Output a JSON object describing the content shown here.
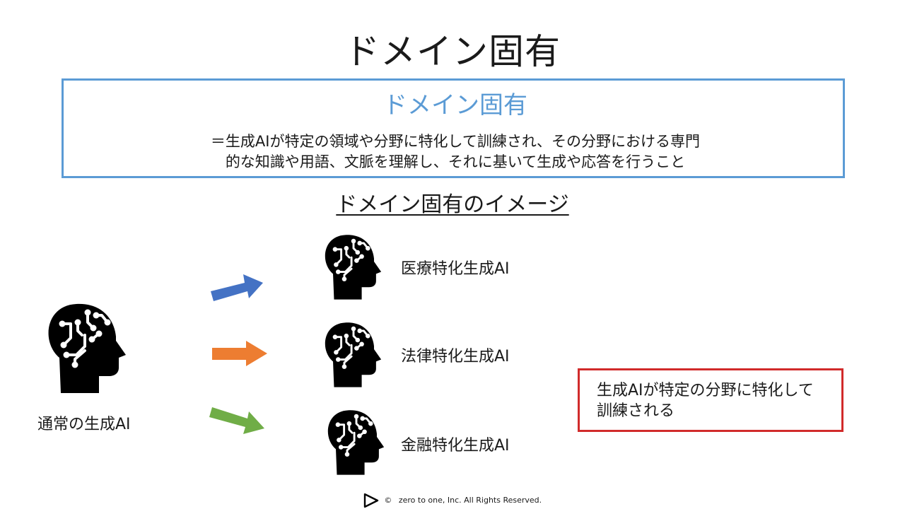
{
  "slide": {
    "title": "ドメイン固有"
  },
  "definition": {
    "title": "ドメイン固有",
    "line1": "＝生成AIが特定の領域や分野に特化して訓練され、その分野における専門",
    "line2": "的な知識や用語、文脈を理解し、それに基いて生成や応答を行うこと",
    "border_color": "#5b9bd5"
  },
  "image_section": {
    "title": "ドメイン固有のイメージ",
    "general_ai_label": "通常の生成AI",
    "arrow_colors": [
      "#4472c4",
      "#ed7d31",
      "#70ad47"
    ],
    "specialized": [
      {
        "label": "医療特化生成AI"
      },
      {
        "label": "法律特化生成AI"
      },
      {
        "label": "金融特化生成AI"
      }
    ],
    "icon": "ai-head-circuit-icon"
  },
  "note": {
    "line1": "生成AIが特定の分野に特化して",
    "line2": "訓練される",
    "border_color": "#d12b2b"
  },
  "footer": {
    "copyright_symbol": "©",
    "text": "zero to one, Inc. All Rights Reserved."
  }
}
